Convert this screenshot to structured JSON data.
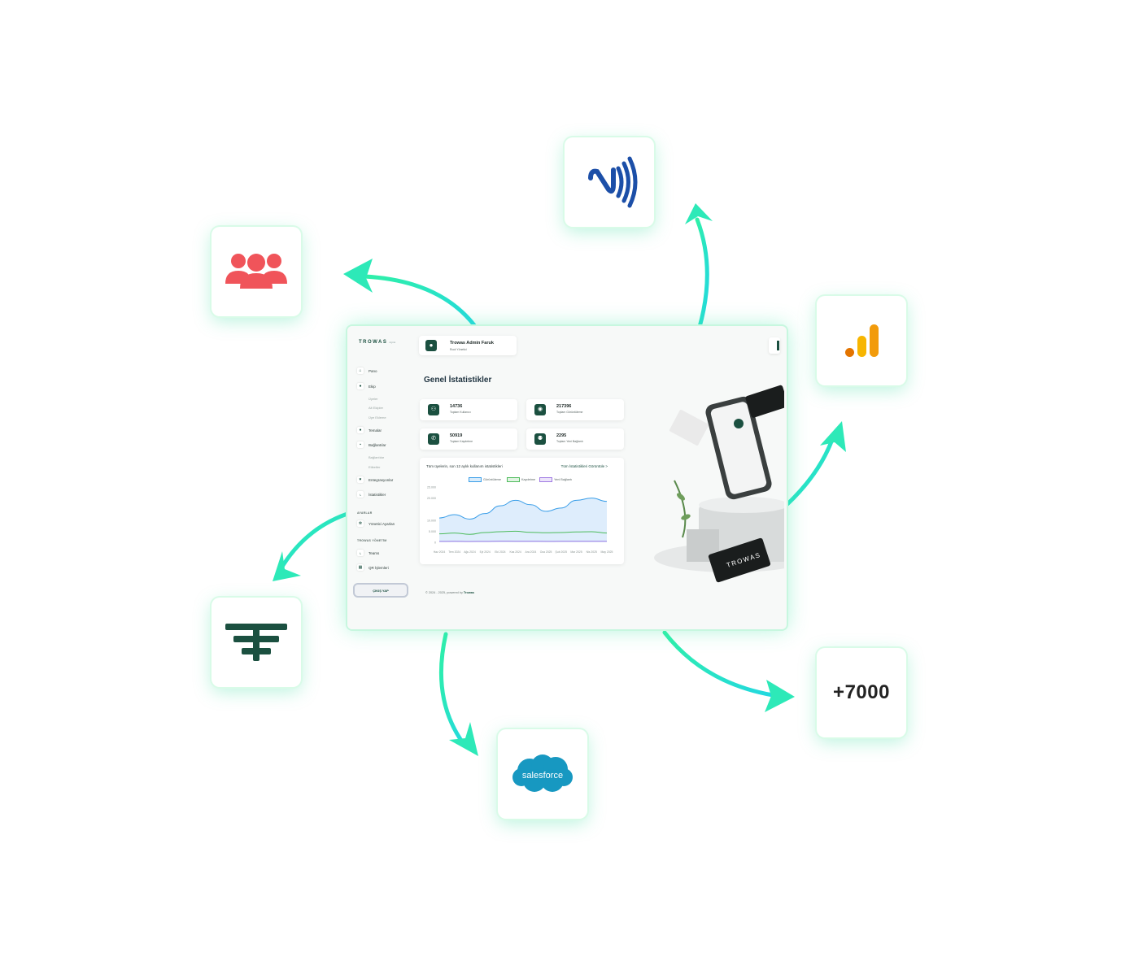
{
  "tiles": {
    "nfc_icon": "nfc-icon",
    "users_icon": "users-icon",
    "analytics_icon": "google-analytics-icon",
    "trowas_icon": "trowas-logo-icon",
    "plus_count": "+7000",
    "salesforce_label": "salesforce"
  },
  "colors": {
    "arrow": "#2fe6b6",
    "brand": "#1b5040",
    "users": "#f0545a",
    "nfc": "#1c4fa8",
    "salesforce": "#1798c1",
    "ga_orange": "#f29b0b"
  },
  "sidebar": {
    "brand": "TROWAS",
    "brand_sub": "digital",
    "items": [
      {
        "label": "Pano",
        "icon": "home-icon"
      },
      {
        "label": "Ekip",
        "icon": "user-icon"
      },
      {
        "label": "Temalar",
        "icon": "person-icon"
      },
      {
        "label": "Bağlantılar",
        "icon": "link-icon"
      },
      {
        "label": "Entegrasyonlar",
        "icon": "heart-icon"
      },
      {
        "label": "İstatistikler",
        "icon": "chart-icon"
      }
    ],
    "sub_team": [
      "Üyeler",
      "Alt Ekipler",
      "Üye Ekleme"
    ],
    "sub_links": [
      "Bağlantılar",
      "Etiketler"
    ],
    "settings_head": "AYARLAR",
    "settings_item": "Yönetici Ayarları",
    "manage_head": "TROWAS YÖNETİM",
    "manage_items": [
      "Teams",
      "QR İşlemleri"
    ],
    "logout": "ÇIKIŞ YAP"
  },
  "header": {
    "user_name": "Trowas Admin Faruk",
    "user_role": "Root Yönetici"
  },
  "page_title": "Genel İstatistikler",
  "stats": [
    {
      "value": "14736",
      "label": "Toplam Kullanıcı",
      "icon": "users-icon"
    },
    {
      "value": "217396",
      "label": "Toplam Görüntüleme",
      "icon": "eye-icon"
    },
    {
      "value": "50919",
      "label": "Toplam Kaydetme",
      "icon": "phone-icon"
    },
    {
      "value": "2295",
      "label": "Toplam Yeni Bağlantı",
      "icon": "contacts-icon"
    }
  ],
  "chart_card": {
    "title": "Tüm üyelerin, son 12 aylık kullanım istatistikleri",
    "link": "Tüm İstatistikleri Görüntüle  >"
  },
  "footer": {
    "copyright": "© 2024 - 2025, powered by",
    "brand": "Trowas"
  },
  "mockup": {
    "card_text": "TROWAS"
  },
  "chart_data": {
    "type": "line",
    "categories": [
      "Haz 2024",
      "Tem 2024",
      "Ağu 2024",
      "Eyl 2024",
      "Eki 2024",
      "Kas 2024",
      "Ara 2024",
      "Oca 2025",
      "Şub 2025",
      "Mar 2025",
      "Nis 2025",
      "May 2025"
    ],
    "ytick_labels": [
      "0",
      "5.000",
      "10.000",
      "20.000",
      "25.000"
    ],
    "ylim": [
      0,
      25000
    ],
    "series": [
      {
        "name": "Görüntüleme",
        "color": "#3a9ee8",
        "values": [
          11000,
          12500,
          10500,
          13000,
          16500,
          19000,
          17000,
          14000,
          15500,
          19000,
          20000,
          18500
        ]
      },
      {
        "name": "Kaydetme",
        "color": "#4dbb5b",
        "values": [
          3800,
          4200,
          3600,
          4400,
          4800,
          5000,
          4500,
          4300,
          4400,
          4700,
          4800,
          4200
        ]
      },
      {
        "name": "Yeni Bağlantı",
        "color": "#a07be3",
        "values": [
          400,
          450,
          380,
          420,
          500,
          480,
          460,
          420,
          440,
          460,
          470,
          450
        ]
      }
    ],
    "legend": "top-center",
    "grid": false
  }
}
